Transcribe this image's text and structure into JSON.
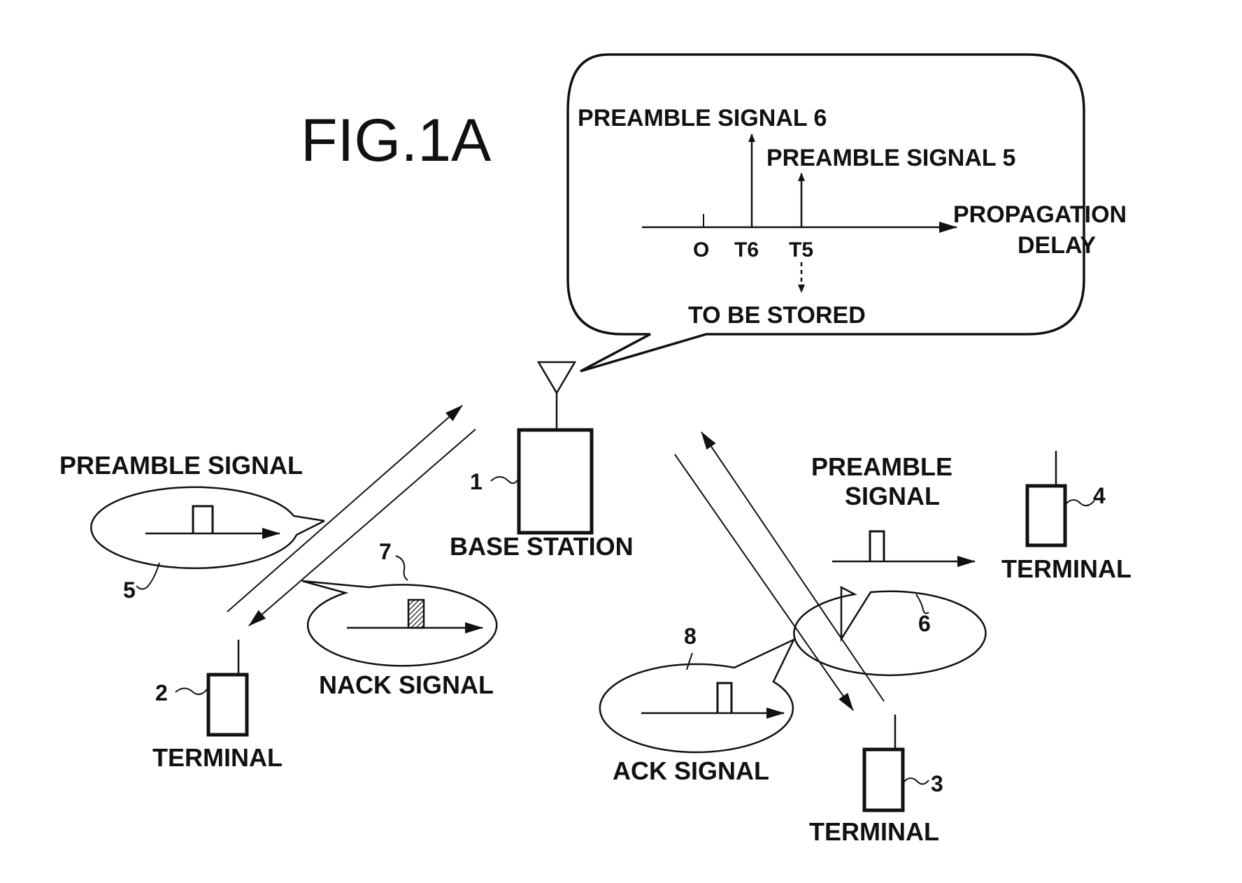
{
  "figure": {
    "title": "FIG.1A"
  },
  "callout": {
    "preamble6": "PREAMBLE SIGNAL 6",
    "preamble5": "PREAMBLE SIGNAL 5",
    "axis_label_line1": "PROPAGATION",
    "axis_label_line2": "DELAY",
    "tick_origin": "O",
    "tick_t6": "T6",
    "tick_t5": "T5",
    "stored": "TO BE STORED"
  },
  "base_station": {
    "ref": "1",
    "label": "BASE STATION"
  },
  "terminals": [
    {
      "ref": "2",
      "label": "TERMINAL"
    },
    {
      "ref": "3",
      "label": "TERMINAL"
    },
    {
      "ref": "4",
      "label": "TERMINAL"
    }
  ],
  "signals": {
    "left_preamble": {
      "ref": "5",
      "label": "PREAMBLE SIGNAL"
    },
    "nack": {
      "ref": "7",
      "label": "NACK SIGNAL"
    },
    "right_preamble": {
      "ref": "6",
      "label_line1": "PREAMBLE",
      "label_line2": "SIGNAL"
    },
    "ack": {
      "ref": "8",
      "label": "ACK SIGNAL"
    }
  }
}
